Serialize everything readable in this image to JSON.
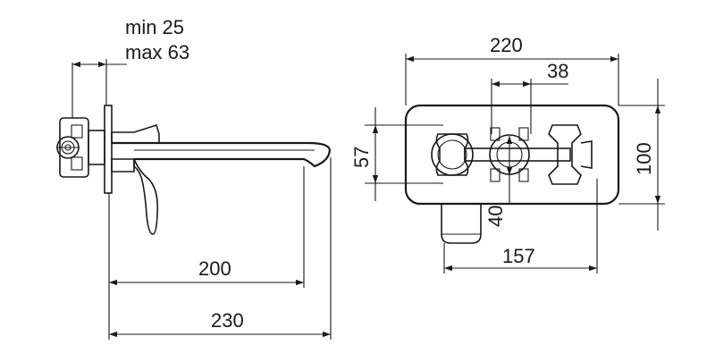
{
  "drawing": {
    "side_view": {
      "wall_depth_min": "min 25",
      "wall_depth_max": "max 63",
      "spout_length": "200",
      "total_length": "230"
    },
    "front_view": {
      "plate_width": "220",
      "handle_offset": "38",
      "spout_height": "57",
      "plate_height": "100",
      "valve_height": "40",
      "spout_to_edge": "157"
    }
  }
}
